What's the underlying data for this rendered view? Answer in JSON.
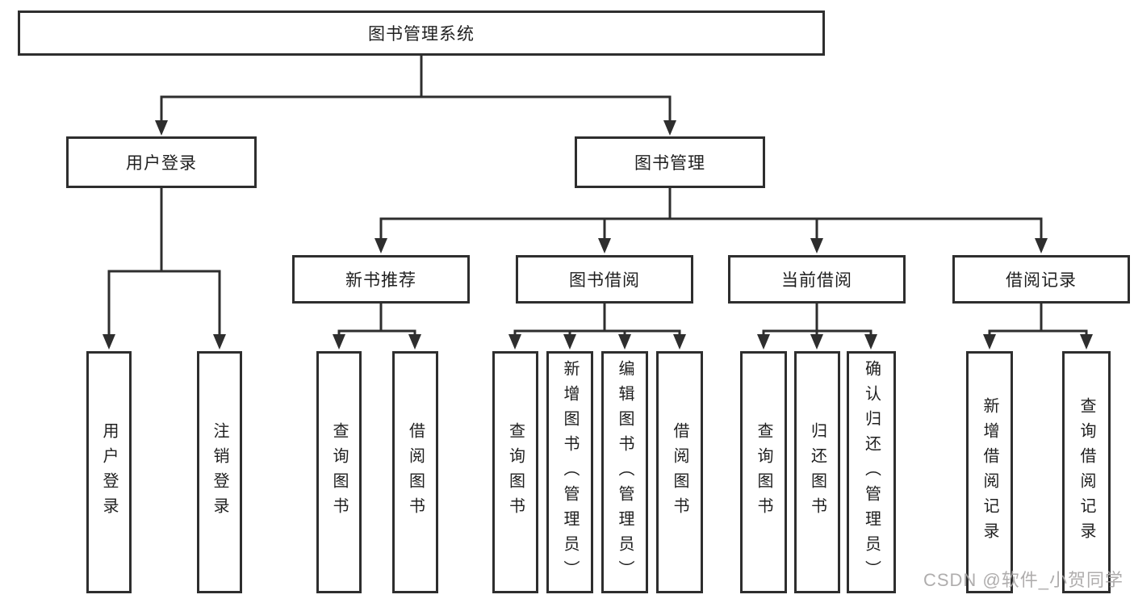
{
  "tree": {
    "root": {
      "label": "图书管理系统",
      "children": [
        {
          "label": "用户登录",
          "children": [
            {
              "label": "用户登录"
            },
            {
              "label": "注销登录"
            }
          ]
        },
        {
          "label": "图书管理",
          "children": [
            {
              "label": "新书推荐",
              "children": [
                {
                  "label": "查询图书"
                },
                {
                  "label": "借阅图书"
                }
              ]
            },
            {
              "label": "图书借阅",
              "children": [
                {
                  "label": "查询图书"
                },
                {
                  "label": "新增图书（管理员）"
                },
                {
                  "label": "编辑图书（管理员）"
                },
                {
                  "label": "借阅图书"
                }
              ]
            },
            {
              "label": "当前借阅",
              "children": [
                {
                  "label": "查询图书"
                },
                {
                  "label": "归还图书"
                },
                {
                  "label": "确认归还（管理员）"
                }
              ]
            },
            {
              "label": "借阅记录",
              "children": [
                {
                  "label": "新增借阅记录"
                },
                {
                  "label": "查询借阅记录"
                }
              ]
            }
          ]
        }
      ]
    }
  },
  "colors": {
    "line": "#2e2e2e",
    "box_border": "#2e2e2e",
    "text": "#1f1f1f",
    "background": "#ffffff",
    "watermark": "#a8a6a6"
  },
  "watermark": {
    "text": "CSDN @软件_小贺同学"
  }
}
